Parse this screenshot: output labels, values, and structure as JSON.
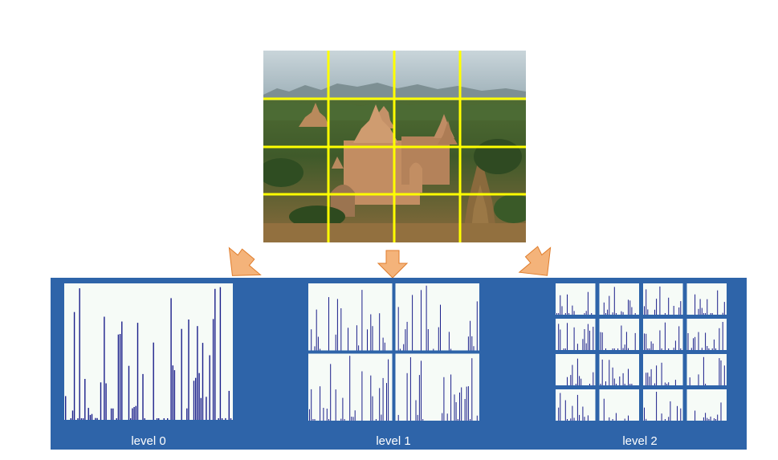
{
  "photo": {
    "description": "temple landscape photo with 4x4 yellow grid overlay",
    "grid_color": "#ffff00"
  },
  "arrows": [
    {
      "icon": "arrow-down-left-icon",
      "color": "#f4b37a"
    },
    {
      "icon": "arrow-down-icon",
      "color": "#f4b37a"
    },
    {
      "icon": "arrow-down-right-icon",
      "color": "#f4b37a"
    }
  ],
  "panel_band_color": "#2e64a9",
  "levels": [
    {
      "label": "level 0",
      "grid": 1
    },
    {
      "label": "level 1",
      "grid": 2
    },
    {
      "label": "level 2",
      "grid": 4
    }
  ]
}
